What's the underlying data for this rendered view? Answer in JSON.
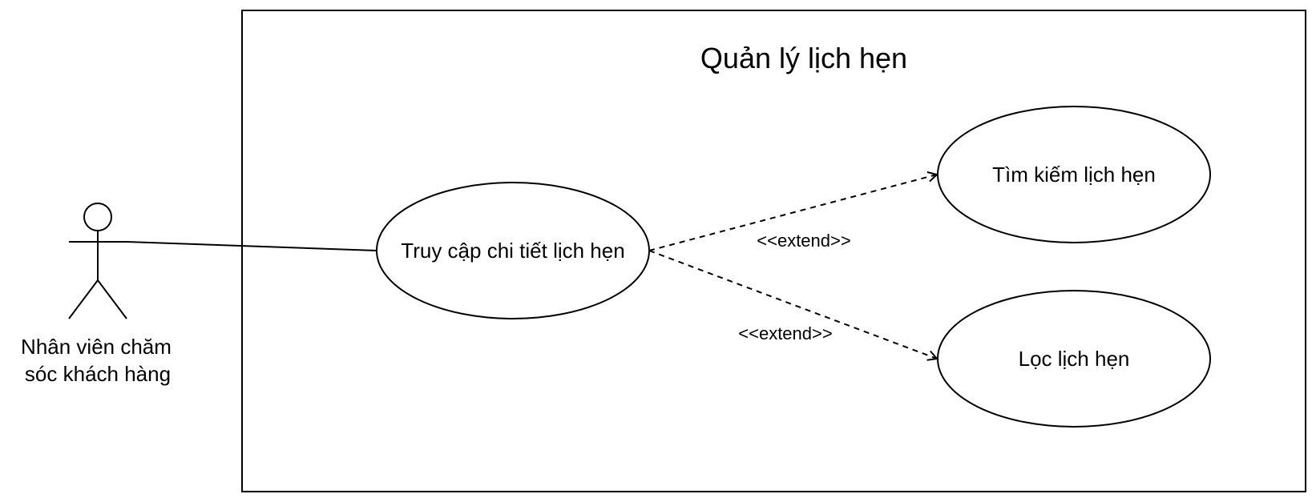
{
  "diagram": {
    "system": {
      "title": "Quản lý lịch hẹn"
    },
    "actor": {
      "name_line1": "Nhân viên chăm",
      "name_line2": "sóc khách hàng"
    },
    "use_cases": {
      "access_detail": "Truy cập chi tiết lịch hẹn",
      "search": "Tìm kiếm lịch hẹn",
      "filter": "Lọc lịch hẹn"
    },
    "relationships": {
      "extend_search": "<<extend>>",
      "extend_filter": "<<extend>>"
    }
  }
}
